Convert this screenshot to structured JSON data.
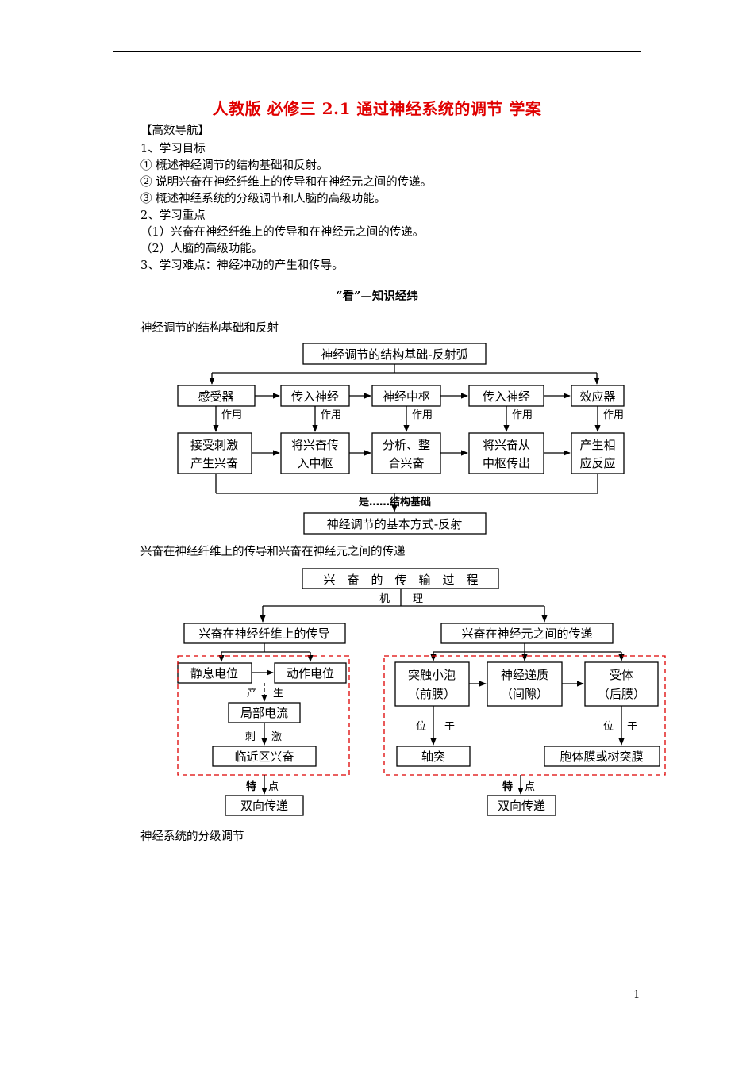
{
  "doc": {
    "title": "人教版 必修三 2.1 通过神经系统的调节 学案",
    "guide": "【高效导航】",
    "goals_head": "1、学习目标",
    "goals": [
      "① 概述神经调节的结构基础和反射。",
      "② 说明兴奋在神经纤维上的传导和在神经元之间的传递。",
      "③ 概述神经系统的分级调节和人脑的高级功能。"
    ],
    "key_head": "2、学习重点",
    "keys": [
      "（1）兴奋在神经纤维上的传导和在神经元之间的传递。",
      "（2）人脑的高级功能。"
    ],
    "difficulty": "3、学习难点：神经冲动的产生和传导。",
    "subtitle": "“看”—知识经纬",
    "section1": "神经调节的结构基础和反射",
    "section2": "兴奋在神经纤维上的传导和兴奋在神经元之间的传递",
    "section3": "神经系统的分级调节",
    "page_number": "1"
  },
  "diagram1": {
    "top": "神经调节的结构基础-反射弧",
    "row1": [
      "感受器",
      "传入神经",
      "神经中枢",
      "传入神经",
      "效应器"
    ],
    "edge_label": "作用",
    "row2": [
      [
        "接受刺激",
        "产生兴奋"
      ],
      [
        "将兴奋传",
        "入中枢"
      ],
      [
        "分析、整",
        "合兴奋"
      ],
      [
        "将兴奋从",
        "中枢传出"
      ],
      [
        "产生相",
        "应反应"
      ]
    ],
    "link_label": "是……结构基础",
    "bottom": "神经调节的基本方式-反射"
  },
  "diagram2": {
    "top": "兴　奋　的　传　输　过　程",
    "mechanism": [
      "机",
      "理"
    ],
    "left_title": "兴奋在神经纤维上的传导",
    "right_title": "兴奋在神经元之间的传递",
    "rest": "静息电位",
    "action": "动作电位",
    "produce": [
      "产",
      "生"
    ],
    "local": "局部电流",
    "stimulate": [
      "刺",
      "激"
    ],
    "adjacent": "临近区兴奋",
    "synapse": [
      "突触小泡",
      "（前膜）"
    ],
    "transmitter": [
      "神经递质",
      "（间隙）"
    ],
    "receptor": [
      "受体",
      "（后膜）"
    ],
    "located": [
      "位",
      "于"
    ],
    "axon": "轴突",
    "cell_body": "胞体膜或树突膜",
    "feature": [
      "特",
      "点"
    ],
    "left_result": "双向传递",
    "right_result": "双向传递"
  }
}
